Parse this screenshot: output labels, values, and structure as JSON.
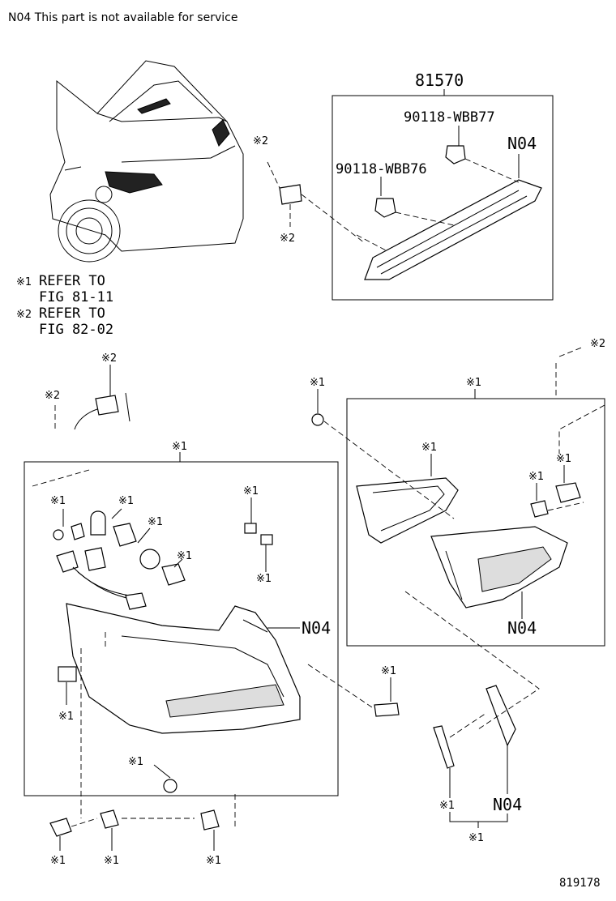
{
  "header": {
    "note": "N04 This part is not available for service"
  },
  "legend": {
    "ref1_mark": "※1",
    "ref1_line1": "REFER TO",
    "ref1_line2": "FIG 81-11",
    "ref2_mark": "※2",
    "ref2_line1": "REFER TO",
    "ref2_line2": "FIG 82-02"
  },
  "labels": {
    "part_81570": "81570",
    "part_wbb77": "90118-WBB77",
    "part_wbb76": "90118-WBB76",
    "n04": "N04",
    "ref1": "※1",
    "ref2": "※2"
  },
  "figure_number": "819178"
}
